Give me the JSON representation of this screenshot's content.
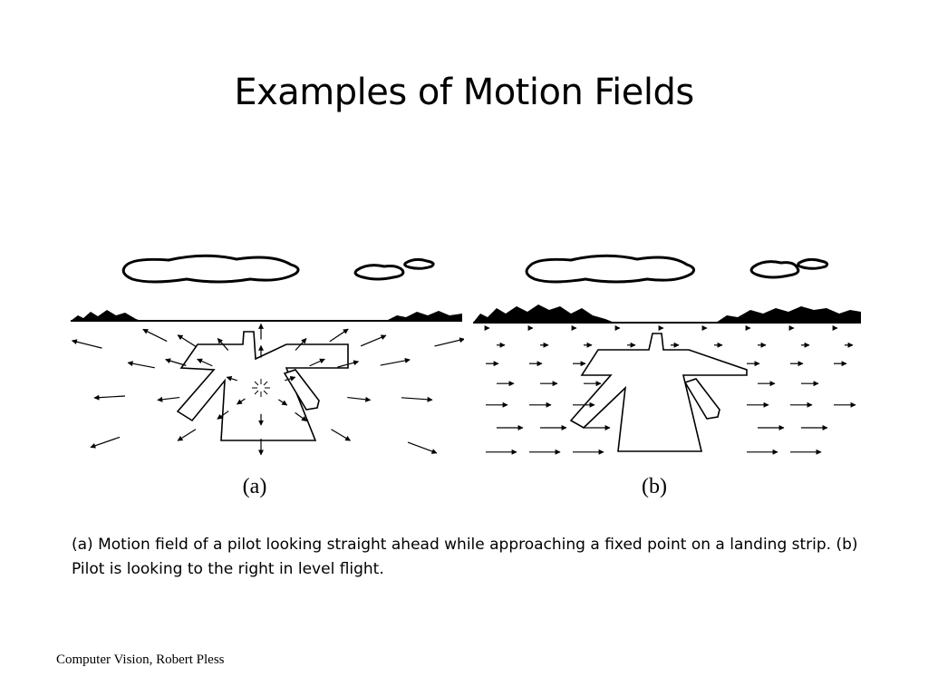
{
  "slide": {
    "title": "Examples of Motion Fields",
    "figure": {
      "panel_a_label": "(a)",
      "panel_b_label": "(b)"
    },
    "caption": "(a) Motion field of a pilot looking straight ahead while approaching a fixed point on a landing strip. (b) Pilot is looking to the right in level flight.",
    "footer": "Computer Vision, Robert Pless"
  }
}
